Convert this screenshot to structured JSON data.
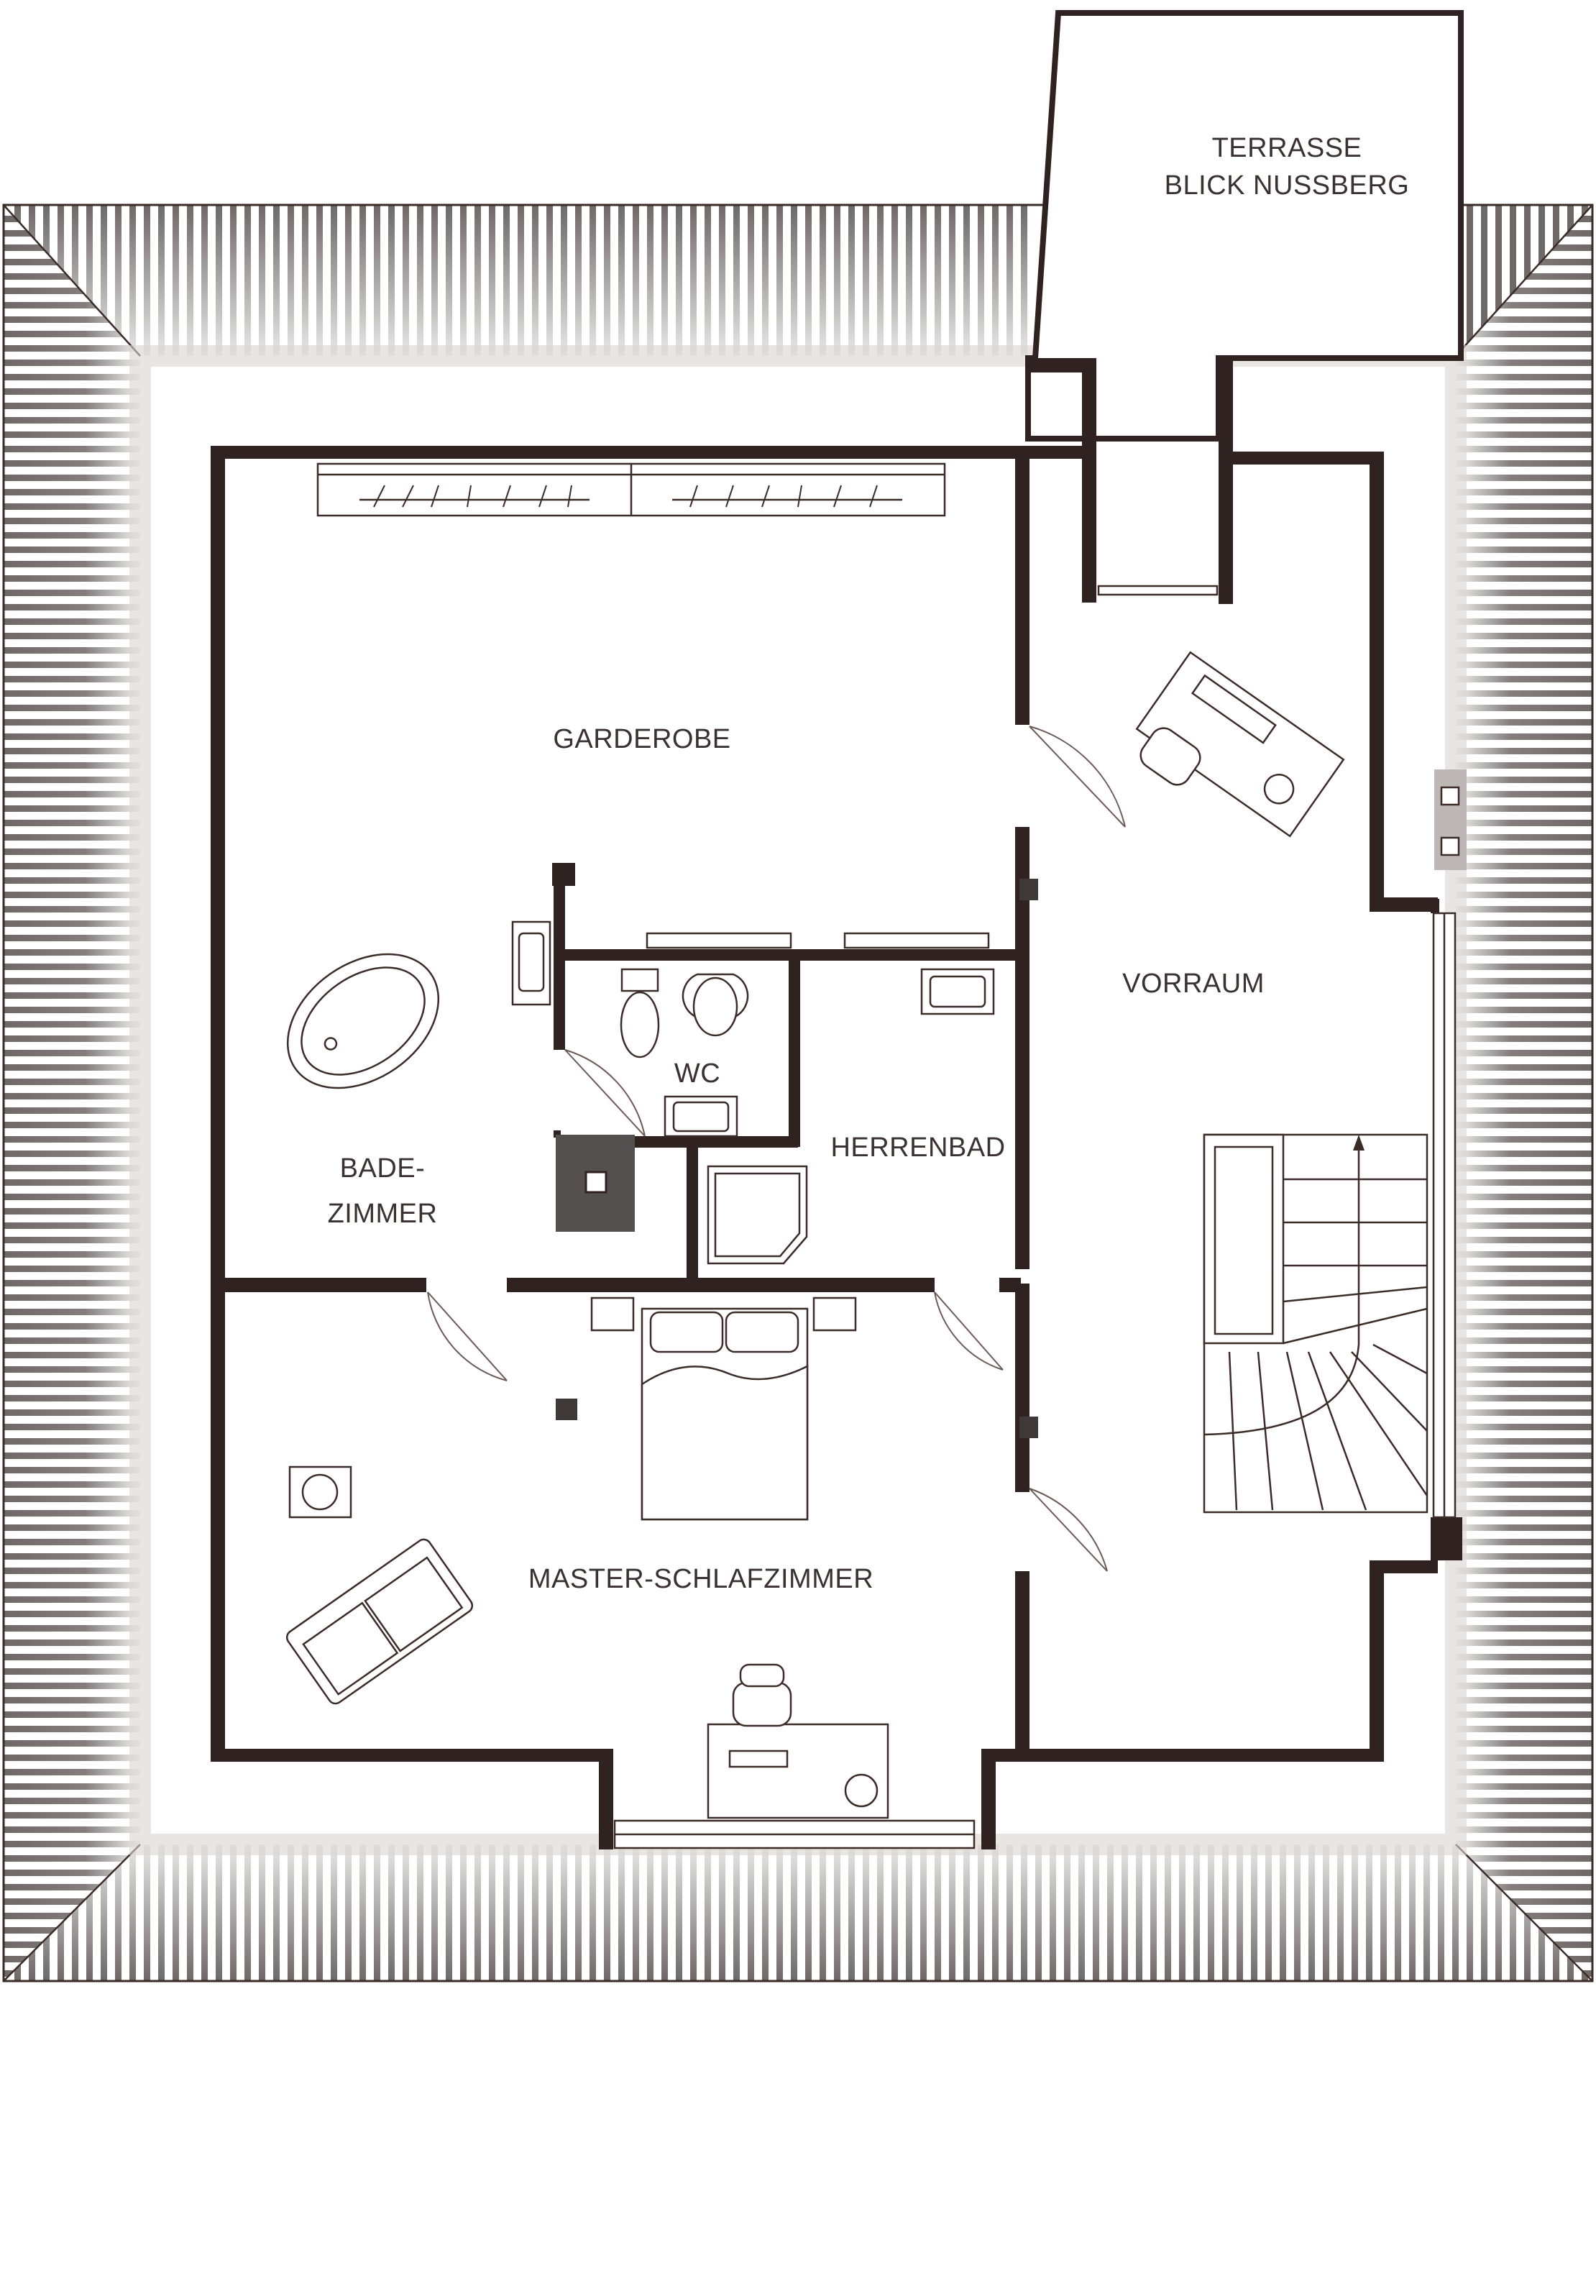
{
  "rooms": {
    "terrace_line1": "TERRASSE",
    "terrace_line2": "BLICK NUSSBERG",
    "garderobe": "GARDEROBE",
    "vorraum": "VORRAUM",
    "wc": "WC",
    "herrenbad": "HERRENBAD",
    "badezimmer_line1": "BADE-",
    "badezimmer_line2": "ZIMMER",
    "master": "MASTER-SCHLAFZIMMER"
  },
  "colors": {
    "wall": "#2f2220",
    "roof_stripe": "#6e6866",
    "label": "#3a3230",
    "background": "#ffffff"
  },
  "icons": [
    "roof-tiles",
    "bathtub-icon",
    "toilet-icon",
    "sink-icon",
    "shower-icon",
    "bed-icon",
    "desk-icon",
    "office-chair-icon",
    "sofa-icon",
    "staircase-icon",
    "wardrobe-icon",
    "door-swing-icon"
  ]
}
